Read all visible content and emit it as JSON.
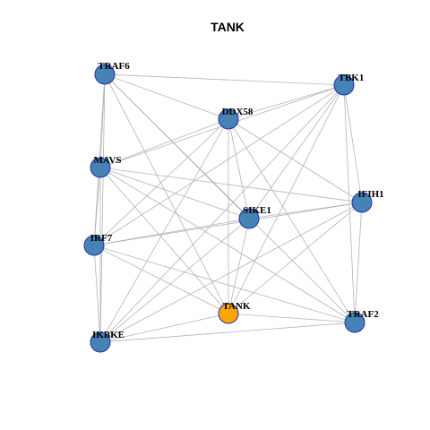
{
  "title": "TANK",
  "colors": {
    "node_default": "#4682b4",
    "node_highlight": "#ffa500",
    "node_border": "#1f2fb0",
    "edge": "#b4b4b4"
  },
  "nodes": [
    {
      "id": "TRAF6",
      "label": "TRAF6",
      "highlight": false
    },
    {
      "id": "TBK1",
      "label": "TBK1",
      "highlight": false
    },
    {
      "id": "DDX58",
      "label": "DDX58",
      "highlight": false
    },
    {
      "id": "MAVS",
      "label": "MAVS",
      "highlight": false
    },
    {
      "id": "IFIH1",
      "label": "IFIH1",
      "highlight": false
    },
    {
      "id": "SIKE1",
      "label": "SIKE1",
      "highlight": false
    },
    {
      "id": "IRF7",
      "label": "IRF7",
      "highlight": false
    },
    {
      "id": "TANK",
      "label": "TANK",
      "highlight": true
    },
    {
      "id": "TRAF2",
      "label": "TRAF2",
      "highlight": false
    },
    {
      "id": "IKBKE",
      "label": "IKBKE",
      "highlight": false
    }
  ],
  "edges": [
    [
      "TRAF6",
      "TBK1"
    ],
    [
      "TRAF6",
      "DDX58"
    ],
    [
      "TRAF6",
      "MAVS"
    ],
    [
      "TRAF6",
      "IRF7"
    ],
    [
      "TRAF6",
      "IKBKE"
    ],
    [
      "TRAF6",
      "TANK"
    ],
    [
      "TRAF6",
      "SIKE1"
    ],
    [
      "TRAF6",
      "TRAF2"
    ],
    [
      "TBK1",
      "DDX58"
    ],
    [
      "TBK1",
      "MAVS"
    ],
    [
      "TBK1",
      "IFIH1"
    ],
    [
      "TBK1",
      "SIKE1"
    ],
    [
      "TBK1",
      "IRF7"
    ],
    [
      "TBK1",
      "TANK"
    ],
    [
      "TBK1",
      "TRAF2"
    ],
    [
      "TBK1",
      "IKBKE"
    ],
    [
      "DDX58",
      "MAVS"
    ],
    [
      "DDX58",
      "IFIH1"
    ],
    [
      "DDX58",
      "SIKE1"
    ],
    [
      "DDX58",
      "IRF7"
    ],
    [
      "DDX58",
      "TANK"
    ],
    [
      "DDX58",
      "TRAF2"
    ],
    [
      "DDX58",
      "IKBKE"
    ],
    [
      "MAVS",
      "IFIH1"
    ],
    [
      "MAVS",
      "SIKE1"
    ],
    [
      "MAVS",
      "IRF7"
    ],
    [
      "MAVS",
      "TANK"
    ],
    [
      "MAVS",
      "TRAF2"
    ],
    [
      "MAVS",
      "IKBKE"
    ],
    [
      "IFIH1",
      "SIKE1"
    ],
    [
      "IFIH1",
      "IRF7"
    ],
    [
      "IFIH1",
      "TANK"
    ],
    [
      "IFIH1",
      "TRAF2"
    ],
    [
      "IFIH1",
      "IKBKE"
    ],
    [
      "SIKE1",
      "IRF7"
    ],
    [
      "SIKE1",
      "TANK"
    ],
    [
      "SIKE1",
      "IKBKE"
    ],
    [
      "IRF7",
      "TANK"
    ],
    [
      "IRF7",
      "TRAF2"
    ],
    [
      "IRF7",
      "IKBKE"
    ],
    [
      "TANK",
      "TRAF2"
    ],
    [
      "TANK",
      "IKBKE"
    ],
    [
      "TRAF2",
      "IKBKE"
    ]
  ]
}
